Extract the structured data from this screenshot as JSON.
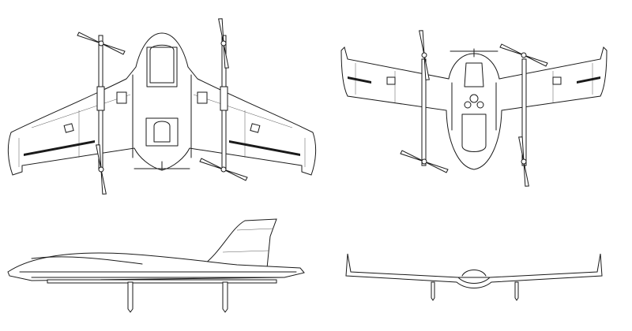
{
  "drawing": {
    "subject": "vtol-flying-wing-drone",
    "views": [
      "top",
      "bottom",
      "side",
      "front"
    ],
    "colors": {
      "line": "#1a1a1a",
      "background": "#ffffff",
      "detail": "#555555"
    }
  }
}
